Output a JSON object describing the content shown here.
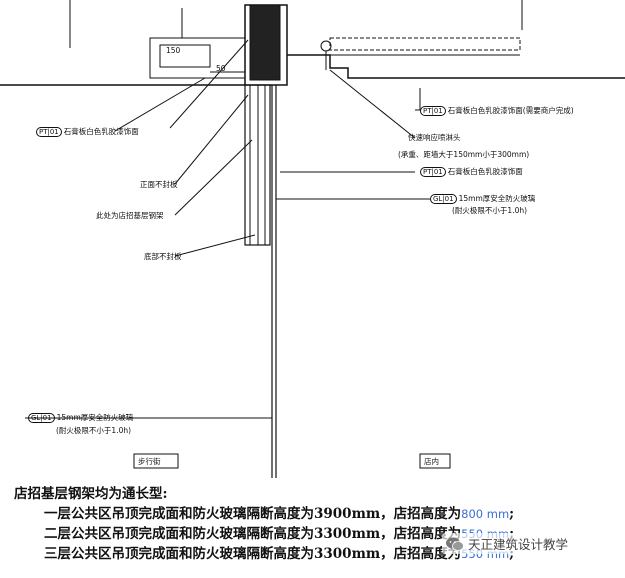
{
  "labels": {
    "pt01_top_left": "PT|01",
    "pt01_top_left_text": "石膏板白色乳胶漆饰面",
    "pt01_top_right": "PT|01",
    "pt01_top_right_text": "石膏板白色乳胶漆饰面(需要商户完成)",
    "sprinkler_line1": "快速响应喷淋头",
    "sprinkler_line2": "(承重、距墙大于150mm小于300mm)",
    "pt01_mid": "PT|01",
    "pt01_mid_text": "石膏板白色乳胶漆饰面",
    "gl01_right": "GL|01",
    "gl01_right_text": "15mm厚安全防火玻璃",
    "gl01_right_sub": "(耐火极限不小于1.0h)",
    "front_no_seal": "正面不封板",
    "shop_sign_frame": "此处为店招基层钢架",
    "bottom_no_seal": "底部不封板",
    "gl01_left": "GL|01",
    "gl01_left_text": "15mm厚安全防火玻璃",
    "gl01_left_sub": "(耐火极限不小于1.0h)",
    "dim_small": "150",
    "dim_small2": "50"
  },
  "zones": {
    "left": "步行街",
    "right": "店内"
  },
  "notes": {
    "title": "店招基层钢架均为通长型:",
    "rows": [
      {
        "text": "一层公共区吊顶完成面和防火玻璃隔断高度为3900mm，店招高度为",
        "value": "800 mm",
        "suffix": ";"
      },
      {
        "text": "二层公共区吊顶完成面和防火玻璃隔断高度为3300mm，店招高度为",
        "value": "550 mm",
        "suffix": ";"
      },
      {
        "text": "三层公共区吊顶完成面和防火玻璃隔断高度为3300mm，店招高度为",
        "value": "550 mm",
        "suffix": ";"
      }
    ]
  },
  "watermark": {
    "text": "天正建筑设计教学"
  }
}
